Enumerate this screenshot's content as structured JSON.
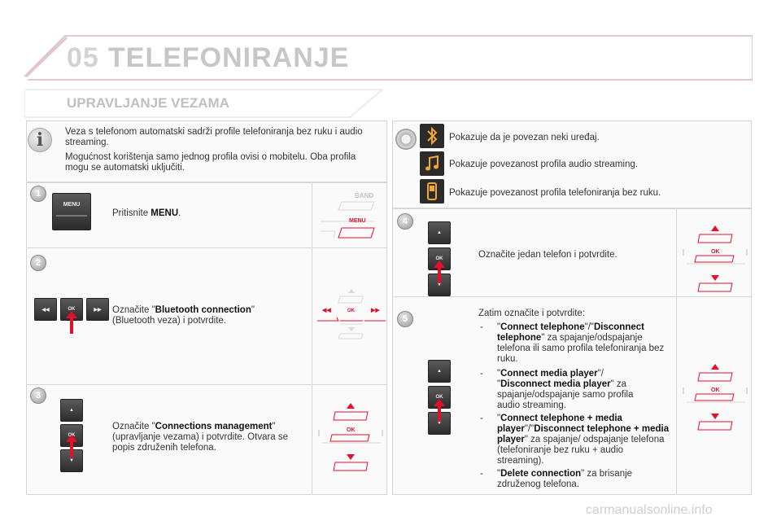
{
  "header": {
    "chapter_number": "05",
    "chapter_title": "TELEFONIRANJE"
  },
  "section": {
    "title": "UPRAVLJANJE VEZAMA"
  },
  "intro": {
    "p1": "Veza s telefonom automatski sadrži profile telefoniranja bez ruku i audio streaming.",
    "p2": "Mogućnost korištenja samo jednog profila ovisi o mobitelu. Oba profila mogu se automatski uključiti."
  },
  "steps": {
    "s1": {
      "num": "1",
      "pre": "Pritisnite ",
      "bold": "MENU",
      "post": "."
    },
    "s2": {
      "num": "2",
      "pre": "Označite \"",
      "bold": "Bluetooth connection",
      "post": "\" (Bluetooth veza) i potvrdite."
    },
    "s3": {
      "num": "3",
      "pre": "Označite \"",
      "bold": "Connections management",
      "post": "\" (upravljanje vezama) i potvrdite. Otvara se popis združenih telefona."
    },
    "s4": {
      "num": "4",
      "text": "Označite jedan telefon i potvrdite."
    },
    "s5": {
      "num": "5",
      "intro": "Zatim označite i potvrdite:",
      "items": [
        {
          "dash": "-",
          "q1": "\"",
          "b1": "Connect telephone",
          "mid": "\"/\"",
          "b2": "Disconnect telephone",
          "rest": "\" za spajanje/odspajanje telefona ili samo profila telefoniranja bez ruku."
        },
        {
          "dash": "-",
          "q1": "\"",
          "b1": "Connect media player",
          "mid": "\"/ \"",
          "b2": "Disconnect media player",
          "rest": "\" za spajanje/odspajanje samo profila audio streaming."
        },
        {
          "dash": "-",
          "q1": "\"",
          "b1": "Connect telephone + media player",
          "mid": "\"/\"",
          "b2": "Disconnect telephone + media player",
          "rest": "\" za spajanje/ odspajanje telefona (telefoniranje bez ruku + audio streaming)."
        },
        {
          "dash": "-",
          "q1": "\"",
          "b1": "Delete connection",
          "mid": "",
          "b2": "",
          "rest": "\" za brisanje združenog telefona."
        }
      ]
    }
  },
  "legend": {
    "bluetooth": "Pokazuje da je povezan neki uređaj.",
    "audio": "Pokazuje povezanost profila audio streaming.",
    "phone": "Pokazuje povezanost profila telefoniranja bez ruku."
  },
  "buttons": {
    "menu": "MENU",
    "band": "BAND",
    "ok": "OK",
    "prev": "◀◀",
    "next": "▶▶",
    "up": "▲",
    "down": "▼"
  },
  "watermark": "carmanualsonline.info",
  "colors": {
    "accent": "#e2102a",
    "panel_border": "#d6d6d6",
    "header_gray": "#c7c7c7"
  }
}
